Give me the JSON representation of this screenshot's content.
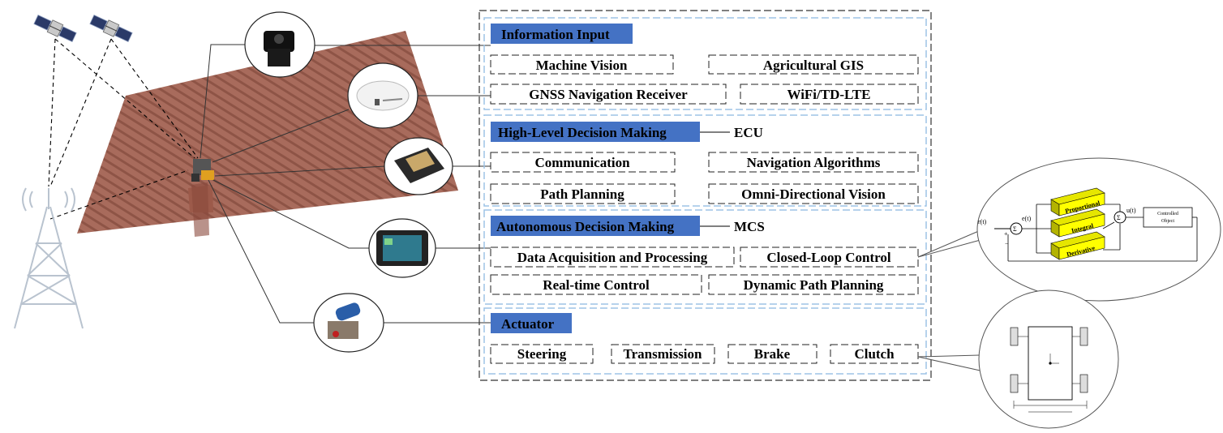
{
  "sections": {
    "information_input": {
      "title": "Information Input",
      "items": [
        "Machine Vision",
        "Agricultural GIS",
        "GNSS Navigation Receiver",
        "WiFi/TD-LTE"
      ]
    },
    "high_level": {
      "title": "High-Level Decision Making",
      "tag": "ECU",
      "items": [
        "Communication",
        "Navigation Algorithms",
        "Path Planning",
        "Omni-Directional Vision"
      ]
    },
    "autonomous": {
      "title": "Autonomous Decision Making",
      "tag": "MCS",
      "items": [
        "Data Acquisition and Processing",
        "Closed-Loop Control",
        "Real-time Control",
        "Dynamic Path Planning"
      ]
    },
    "actuator": {
      "title": "Actuator",
      "items": [
        "Steering",
        "Transmission",
        "Brake",
        "Clutch"
      ]
    }
  },
  "pid": {
    "input": "r(t)",
    "error": "e(t)",
    "output": "u(t)",
    "sum": "Σ",
    "plus": "+",
    "minus": "−",
    "blocks": [
      "Proportional",
      "Integral",
      "Derivative"
    ],
    "plant_line1": "Controlled",
    "plant_line2": "Object"
  },
  "colors": {
    "header_fill": "#4472c4",
    "outer_border": "#333333",
    "inner_border": "#9dc3e6",
    "pid_block": "#ffff00",
    "field_soil": "#a5695a"
  }
}
